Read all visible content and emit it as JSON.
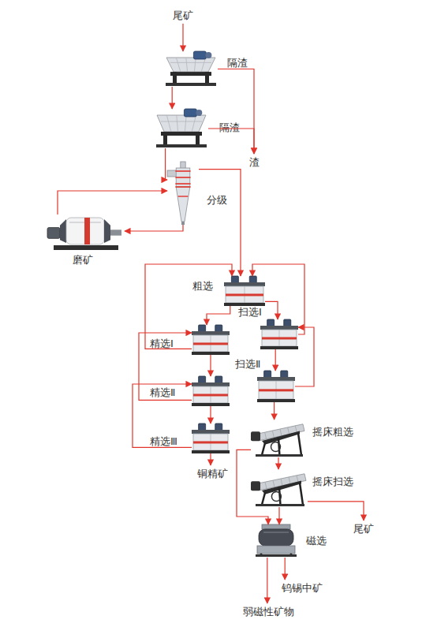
{
  "diagram": {
    "nodes": [
      {
        "text": [
          "尾矿"
        ]
      },
      {
        "text": [
          "隔渣"
        ]
      },
      {
        "text": [
          "隔渣"
        ]
      },
      {
        "text": [
          "渣"
        ]
      },
      {
        "text": [
          "分级"
        ]
      },
      {
        "text": [
          "磨矿"
        ]
      },
      {
        "text": [
          "粗选"
        ]
      },
      {
        "text": [
          "扫选Ⅰ"
        ]
      },
      {
        "text": [
          "精选Ⅰ"
        ]
      },
      {
        "text": [
          "扫选Ⅱ"
        ]
      },
      {
        "text": [
          "精选Ⅱ"
        ]
      },
      {
        "text": [
          "精选Ⅲ"
        ]
      },
      {
        "text": [
          "铜精矿"
        ]
      },
      {
        "text": [
          "摇床粗选"
        ]
      },
      {
        "text": [
          "摇床扫选"
        ]
      },
      {
        "text": [
          "尾矿"
        ]
      },
      {
        "text": [
          "磁选"
        ]
      },
      {
        "text": [
          "钨锡中矿"
        ]
      },
      {
        "text": [
          "弱磁性矿物"
        ]
      }
    ],
    "edges": [
      {
        "from": 0,
        "to": 1,
        "arrow": "to"
      },
      {
        "from": 1,
        "to": 2,
        "arrow": "to"
      },
      {
        "from": 1,
        "to": 3,
        "arrow": "to"
      },
      {
        "from": 2,
        "to": 3,
        "arrow": "to"
      },
      {
        "from": 2,
        "to": 4,
        "arrow": "to"
      },
      {
        "from": 4,
        "to": 5,
        "arrow": "to"
      },
      {
        "from": 5,
        "to": 4,
        "arrow": "to"
      },
      {
        "from": 4,
        "to": 6,
        "arrow": "to"
      },
      {
        "from": 6,
        "to": 8,
        "arrow": "to"
      },
      {
        "from": 6,
        "to": 7,
        "arrow": "to"
      },
      {
        "from": 7,
        "to": 9,
        "arrow": "to"
      },
      {
        "from": 8,
        "to": 10,
        "arrow": "to"
      },
      {
        "from": 10,
        "to": 11,
        "arrow": "to"
      },
      {
        "from": 11,
        "to": 12,
        "arrow": "to"
      },
      {
        "from": 8,
        "to": 6,
        "arrow": "to"
      },
      {
        "from": 10,
        "to": 8,
        "arrow": "to"
      },
      {
        "from": 11,
        "to": 10,
        "arrow": "to"
      },
      {
        "from": 7,
        "to": 6,
        "arrow": "to"
      },
      {
        "from": 9,
        "to": 7,
        "arrow": "to"
      },
      {
        "from": 9,
        "to": 13,
        "arrow": "to"
      },
      {
        "from": 13,
        "to": 14,
        "arrow": "to"
      },
      {
        "from": 13,
        "to": 16,
        "arrow": "to"
      },
      {
        "from": 14,
        "to": 16,
        "arrow": "to"
      },
      {
        "from": 14,
        "to": 15,
        "arrow": "to"
      },
      {
        "from": 16,
        "to": 17,
        "arrow": "to"
      },
      {
        "from": 16,
        "to": 18,
        "arrow": "to"
      }
    ]
  }
}
